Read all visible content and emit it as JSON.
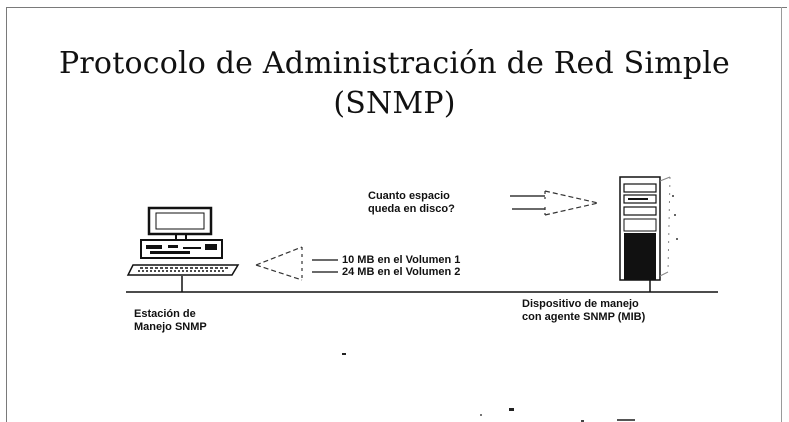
{
  "title": {
    "line1": "Protocolo de Administración de Red Simple",
    "line2": "(SNMP)"
  },
  "request": {
    "line1": "Cuanto espacio",
    "line2": "queda en disco?"
  },
  "response": {
    "line1": "10 MB en el Volumen 1",
    "line2": "24 MB en el Volumen 2"
  },
  "station": {
    "line1": "Estación de",
    "line2": "Manejo SNMP",
    "icon": "computer-workstation-icon"
  },
  "device": {
    "line1": "Dispositivo de manejo",
    "line2": "con agente SNMP (MIB)",
    "icon": "server-tower-icon"
  },
  "colors": {
    "ink": "#111111",
    "frame": "#7a7a7a"
  }
}
